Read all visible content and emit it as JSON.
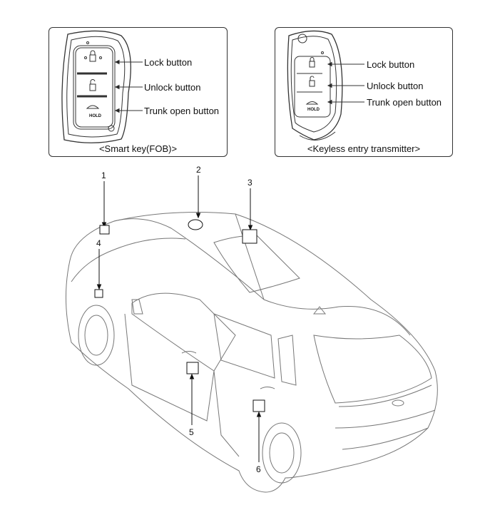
{
  "smart_key": {
    "caption": "<Smart key(FOB)>",
    "labels": [
      "Lock button",
      "Unlock button",
      "Trunk open button"
    ],
    "hold_text": "HOLD"
  },
  "keyless_transmitter": {
    "caption": "<Keyless entry transmitter>",
    "labels": [
      "Lock button",
      "Unlock button",
      "Trunk open button"
    ],
    "hold_text": "HOLD"
  },
  "callouts": [
    "1",
    "2",
    "3",
    "4",
    "5",
    "6"
  ]
}
